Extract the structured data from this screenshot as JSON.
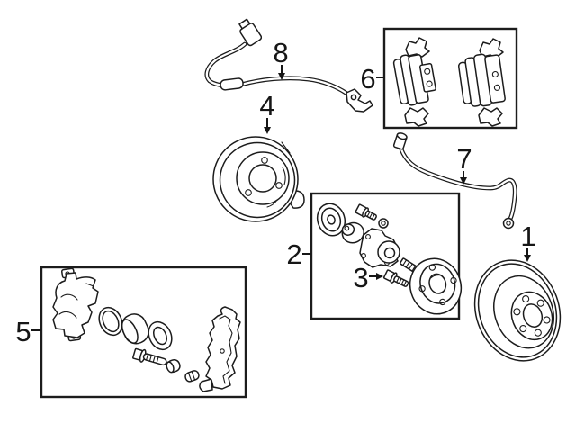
{
  "diagram": {
    "background_color": "#ffffff",
    "line_color": "#1c1c1c",
    "callouts": [
      {
        "label": "1",
        "target": "brake-rotor"
      },
      {
        "label": "2",
        "target": "hub-and-bearing-kit"
      },
      {
        "label": "3",
        "target": "hub-mounting-bolt"
      },
      {
        "label": "4",
        "target": "brake-dust-shield"
      },
      {
        "label": "5",
        "target": "brake-caliper-kit"
      },
      {
        "label": "6",
        "target": "brake-pad-set"
      },
      {
        "label": "7",
        "target": "brake-hose"
      },
      {
        "label": "8",
        "target": "abs-wheel-speed-sensor"
      }
    ]
  }
}
